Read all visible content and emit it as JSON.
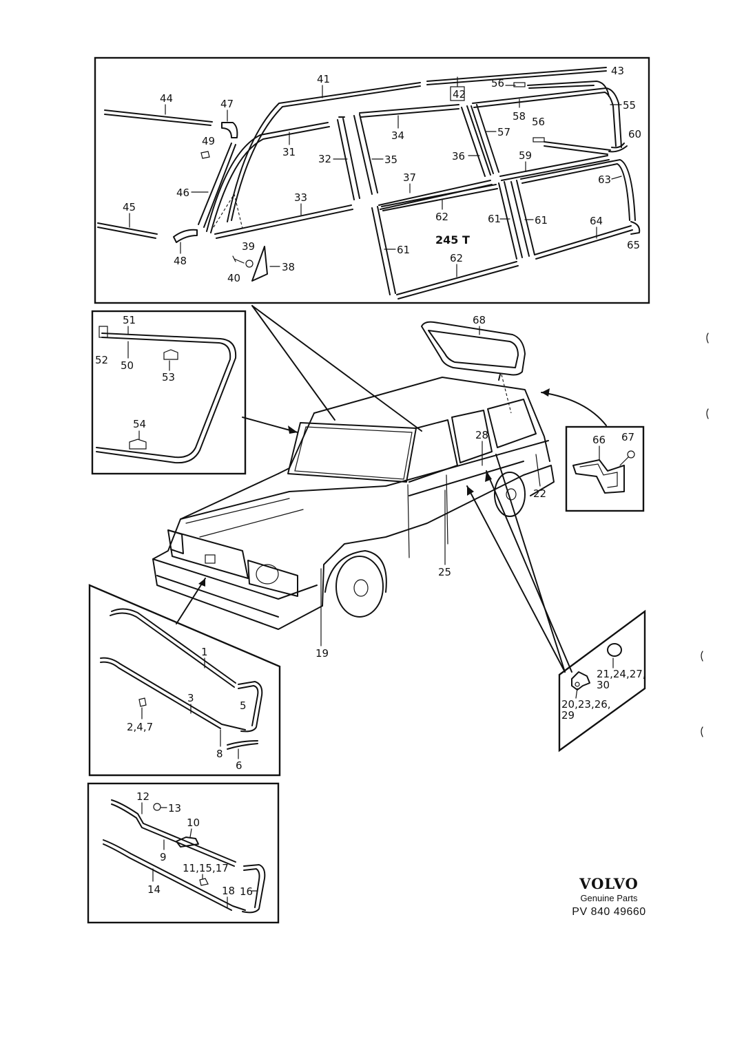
{
  "labels": {
    "l1": "1",
    "l2_4_7": "2,4,7",
    "l3": "3",
    "l5": "5",
    "l6": "6",
    "l8": "8",
    "l9": "9",
    "l10": "10",
    "l11_15_17": "11,15,17",
    "l12": "12",
    "l13": "13",
    "l14": "14",
    "l16": "16",
    "l18": "18",
    "l19": "19",
    "l20_23_26": "20,23,26,",
    "l29": "29",
    "l21_24_27": "21,24,27,",
    "l30": "30",
    "l22": "22",
    "l25": "25",
    "l28": "28",
    "l31": "31",
    "l32": "32",
    "l33": "33",
    "l34": "34",
    "l35": "35",
    "l36": "36",
    "l37": "37",
    "l38": "38",
    "l39": "39",
    "l40": "40",
    "l41": "41",
    "l42": "42",
    "l43": "43",
    "l44": "44",
    "l45": "45",
    "l46": "46",
    "l47": "47",
    "l48": "48",
    "l49": "49",
    "l50": "50",
    "l51": "51",
    "l52": "52",
    "l53": "53",
    "l54": "54",
    "l55": "55",
    "l56a": "56",
    "l56b": "56",
    "l57": "57",
    "l58": "58",
    "l59": "59",
    "l60": "60",
    "l61a": "61",
    "l61b": "61",
    "l61c": "61",
    "l62a": "62",
    "l62b": "62",
    "l63": "63",
    "l64": "64",
    "l65": "65",
    "l66": "66",
    "l67": "67",
    "l68": "68"
  },
  "model_label": "245 T",
  "brand": {
    "logo": "VOLVO",
    "subtitle": "Genuine Parts",
    "reference": "PV 840 49660"
  }
}
